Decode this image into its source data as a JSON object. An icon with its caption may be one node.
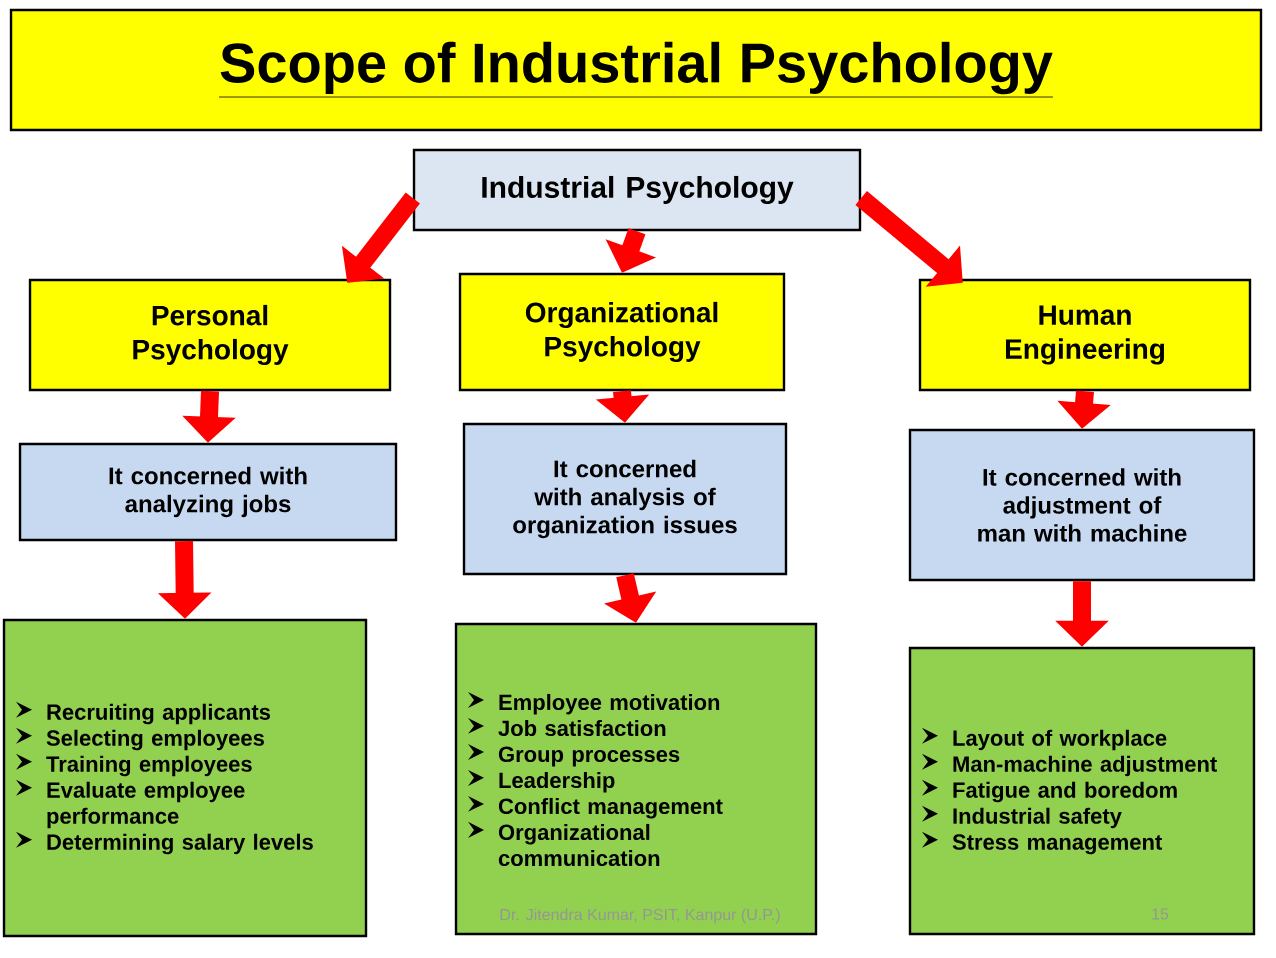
{
  "diagram": {
    "title": "Scope of Industrial Psychology",
    "nodes": [
      {
        "text": [
          "Industrial Psychology"
        ]
      },
      {
        "text": [
          "Personal Psychology"
        ]
      },
      {
        "text": [
          "Organizational Psychology"
        ]
      },
      {
        "text": [
          "Human Engineering"
        ]
      },
      {
        "text": [
          "It concerned with analyzing jobs"
        ]
      },
      {
        "text": [
          "It concerned with analysis of organization issues"
        ]
      },
      {
        "text": [
          "It concerned with adjustment of man with machine"
        ]
      },
      {
        "text": [
          "Recruiting applicants",
          "Selecting employees",
          "Training employees",
          "Evaluate employee performance",
          "Determining salary levels"
        ]
      },
      {
        "text": [
          "Employee motivation",
          "Job satisfaction",
          "Group processes",
          "Leadership",
          "Conflict management",
          "Organizational communication"
        ]
      },
      {
        "text": [
          "Layout of workplace",
          "Man-machine adjustment",
          "Fatigue and boredom",
          "Industrial safety",
          "Stress management"
        ]
      }
    ],
    "edges": [
      {
        "from": 0,
        "to": 1,
        "arrow": "to"
      },
      {
        "from": 0,
        "to": 2,
        "arrow": "to"
      },
      {
        "from": 0,
        "to": 3,
        "arrow": "to"
      },
      {
        "from": 1,
        "to": 4,
        "arrow": "to"
      },
      {
        "from": 2,
        "to": 5,
        "arrow": "to"
      },
      {
        "from": 3,
        "to": 6,
        "arrow": "to"
      },
      {
        "from": 4,
        "to": 7,
        "arrow": "to"
      },
      {
        "from": 5,
        "to": 8,
        "arrow": "to"
      },
      {
        "from": 6,
        "to": 9,
        "arrow": "to"
      }
    ],
    "labels": [
      "Dr. Jitendra Kumar, PSIT, Kanpur (U.P.)",
      "15"
    ]
  }
}
